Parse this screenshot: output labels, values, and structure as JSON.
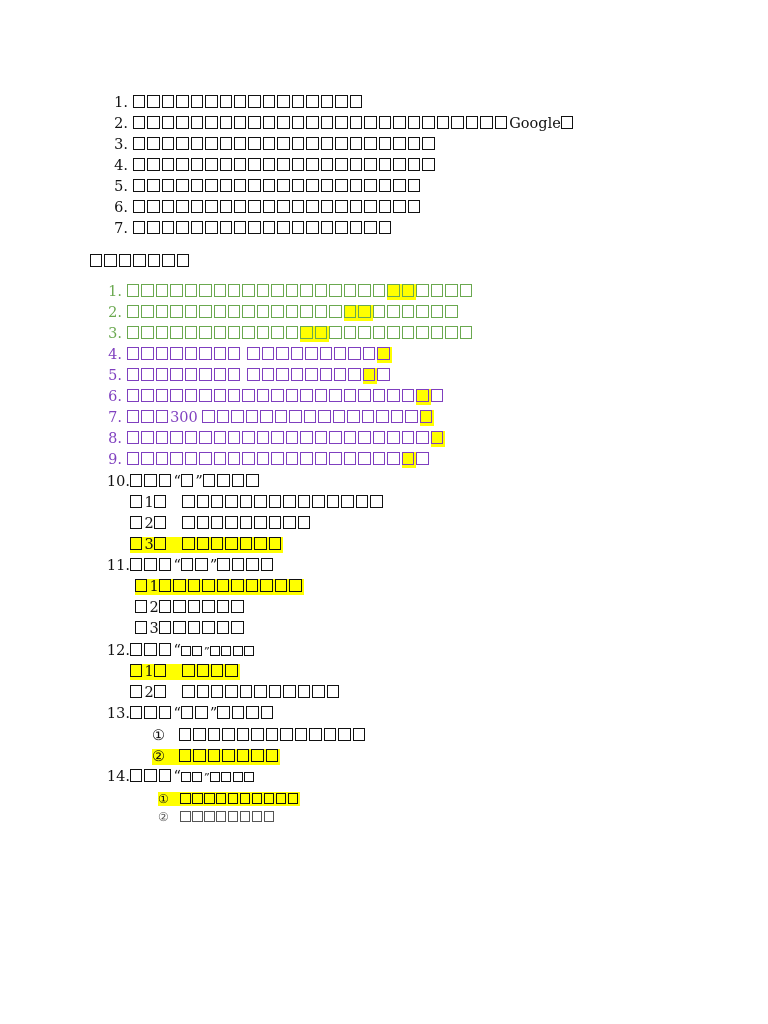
{
  "list_a": [
    {
      "number": "1.",
      "text": "□□□□□□□□□□□□□□□□"
    },
    {
      "number": "2.",
      "text": "□□□□□□□□□□□□□□□□□□□□□□□□□□Google□"
    },
    {
      "number": "3.",
      "text": "□□□□□□□□□□□□□□□□□□□□□"
    },
    {
      "number": "4.",
      "text": "□□□□□□□□□□□□□□□□□□□□□"
    },
    {
      "number": "5.",
      "text": "□□□□□□□□□□□□□□□□□□□□"
    },
    {
      "number": "6.",
      "text": "□□□□□□□□□□□□□□□□□□□□"
    },
    {
      "number": "7.",
      "text": "□□□□□□□□□□□□□□□□□□"
    }
  ],
  "heading": "□□□□□□□",
  "list_b": [
    {
      "number": "1.",
      "pre": "□□□□□□□□□□□□□□□□□□",
      "mark": "□□",
      "post": "□□□□"
    },
    {
      "number": "2.",
      "pre": "□□□□□□□□□□□□□□□",
      "mark": "□□",
      "post": "□□□□□□"
    },
    {
      "number": "3.",
      "pre": "□□□□□□□□□□□□",
      "mark": "□□",
      "post": "□□□□□□□□□□"
    },
    {
      "number": "4.",
      "pre": "□□□□□□□□ □□□□□□□□□",
      "mark": "□",
      "post": ""
    },
    {
      "number": "5.",
      "pre": "□□□□□□□□ □□□□□□□□",
      "mark": "□",
      "post": "□"
    },
    {
      "number": "6.",
      "pre": "□□□□□□□□□□□□□□□□□□□□",
      "mark": "□",
      "post": "□"
    },
    {
      "number": "7.",
      "pre": "□□□300 □□□□□□□□□□□□□□□",
      "mark": "□",
      "post": ""
    },
    {
      "number": "8.",
      "pre": "□□□□□□□□□□□□□□□□□□□□□",
      "mark": "□",
      "post": ""
    },
    {
      "number": "9.",
      "pre": "□□□□□□□□□□□□□□□□□□□",
      "mark": "□",
      "post": "□"
    }
  ],
  "item10": {
    "number": "10.",
    "title": "□□□“□”□□□□",
    "subs": [
      {
        "label": "□1□",
        "text": "□□□□□□□□□□□□□□"
      },
      {
        "label": "□2□",
        "text": "□□□□□□□□□"
      },
      {
        "label": "□3□",
        "text": "□□□□□□□"
      }
    ]
  },
  "item11": {
    "number": "11.",
    "title": "□□□“□□”□□□□",
    "subs": [
      {
        "text": "□1□□□□□□□□□□"
      },
      {
        "text": "□2□□□□□□"
      },
      {
        "text": "□3□□□□□□"
      }
    ]
  },
  "item12": {
    "number": "12.",
    "title_main": "□□□“",
    "title_small": "□□”□□□□",
    "subs": [
      {
        "label": "□1□",
        "text": "□□□□"
      },
      {
        "label": "□2□",
        "text": "□□□□□□□□□□□"
      }
    ]
  },
  "item13": {
    "number": "13.",
    "title": "□□□“□□”□□□□",
    "subs": [
      {
        "label": "①",
        "text": "□□□□□□□□□□□□□"
      },
      {
        "label": "②",
        "text": "□□□□□□□"
      }
    ]
  },
  "item14": {
    "number": "14.",
    "title_main": "□□□“",
    "title_small": "□□”□□□□",
    "subs": [
      {
        "label": "①",
        "text": "□□□□□□□□□□"
      },
      {
        "label": "②",
        "text": "□□□□□□□□"
      }
    ]
  },
  "colors": {
    "highlight": "#ffff00",
    "green_items": "#6aa84f",
    "purple_items": "#7f3fbf"
  }
}
